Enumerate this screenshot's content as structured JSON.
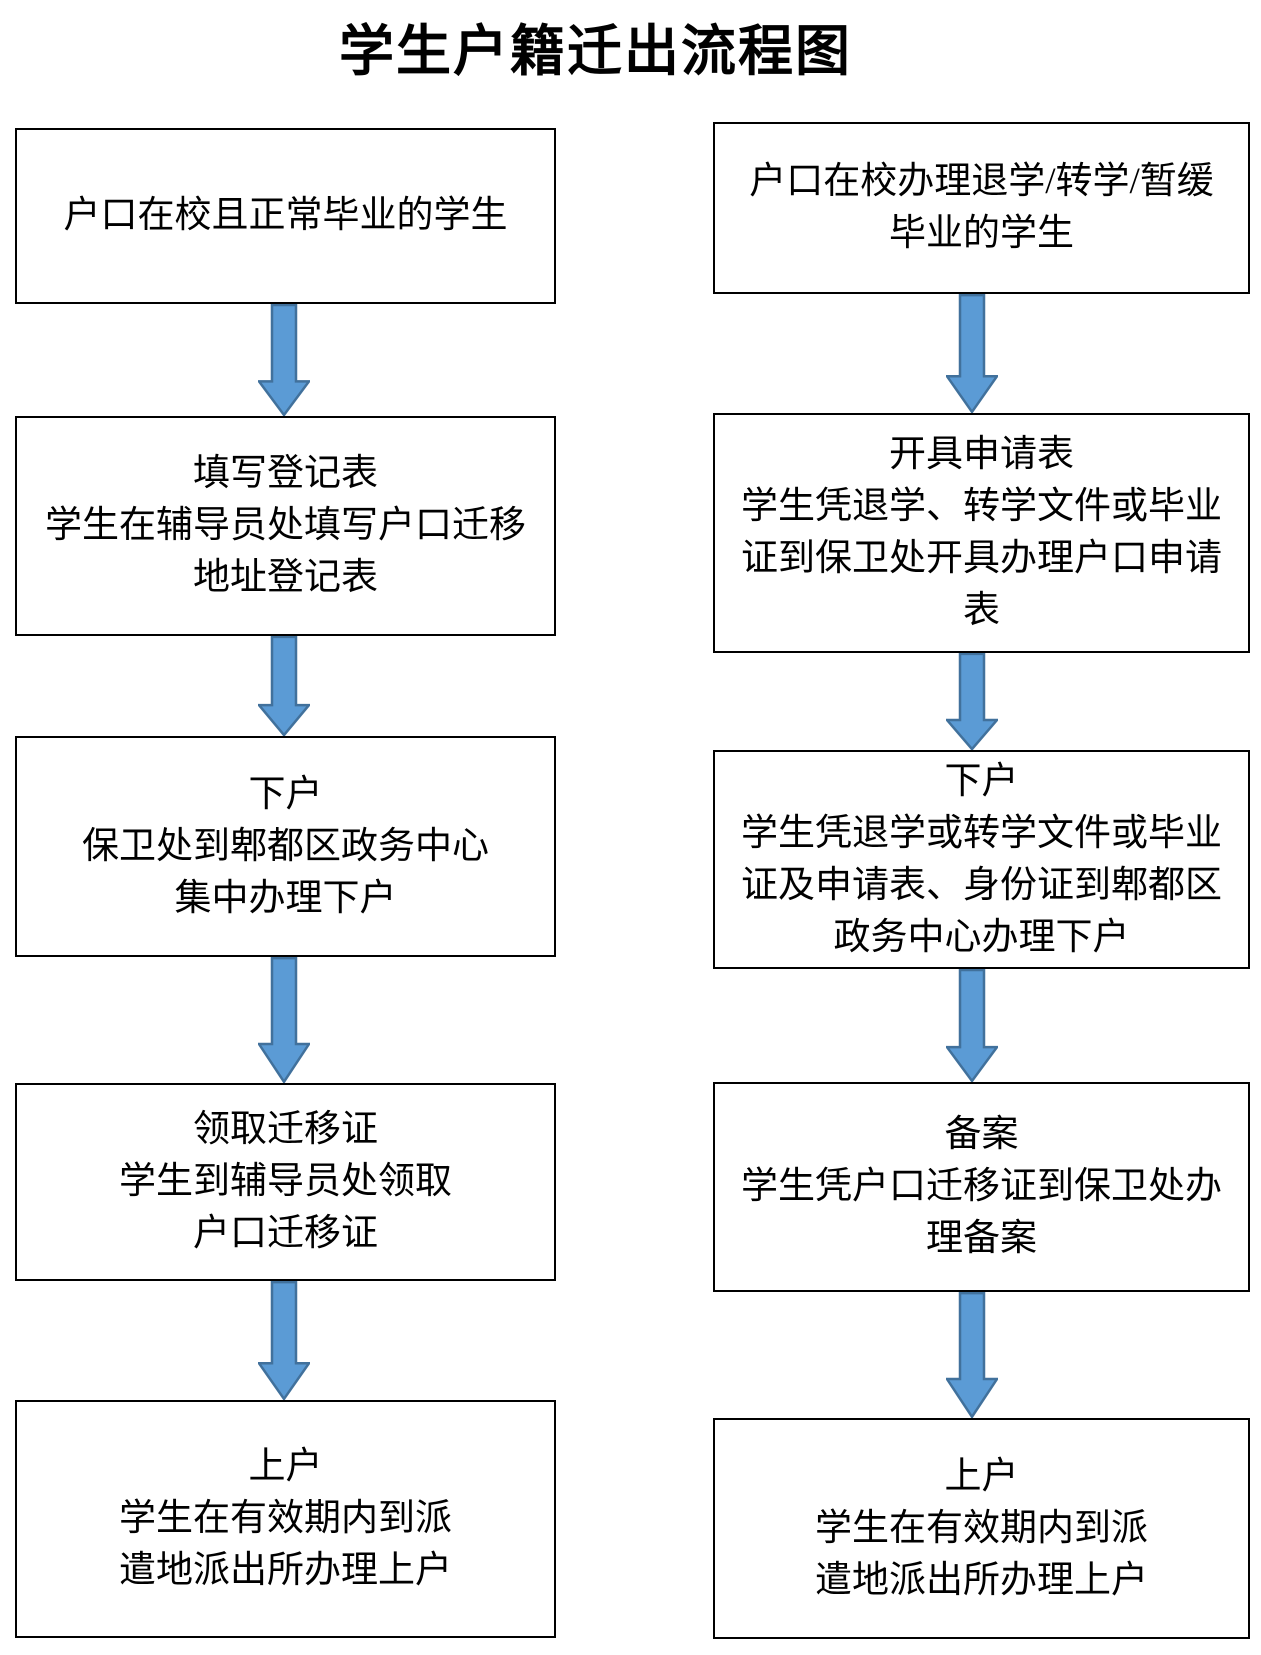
{
  "title": "学生户籍迁出流程图",
  "colors": {
    "arrow_fill": "#5B9BD5",
    "arrow_stroke": "#41719C",
    "box_border": "#000000",
    "text": "#000000"
  },
  "flow": {
    "left": {
      "steps": [
        {
          "heading": "",
          "body": "户口在校且正常毕业的学生"
        },
        {
          "heading": "填写登记表",
          "body": "学生在辅导员处填写户口迁移\n地址登记表"
        },
        {
          "heading": "下户",
          "body": "保卫处到郫都区政务中心\n集中办理下户"
        },
        {
          "heading": "领取迁移证",
          "body": "学生到辅导员处领取\n户口迁移证"
        },
        {
          "heading": "上户",
          "body": "学生在有效期内到派\n遣地派出所办理上户"
        }
      ]
    },
    "right": {
      "steps": [
        {
          "heading": "",
          "body": "户口在校办理退学/转学/暂缓\n毕业的学生"
        },
        {
          "heading": "开具申请表",
          "body": "学生凭退学、转学文件或毕业\n证到保卫处开具办理户口申请\n表"
        },
        {
          "heading": "下户",
          "body": "学生凭退学或转学文件或毕业\n证及申请表、身份证到郫都区\n政务中心办理下户"
        },
        {
          "heading": "备案",
          "body": "学生凭户口迁移证到保卫处办\n理备案"
        },
        {
          "heading": "上户",
          "body": "学生在有效期内到派\n遣地派出所办理上户"
        }
      ]
    }
  }
}
